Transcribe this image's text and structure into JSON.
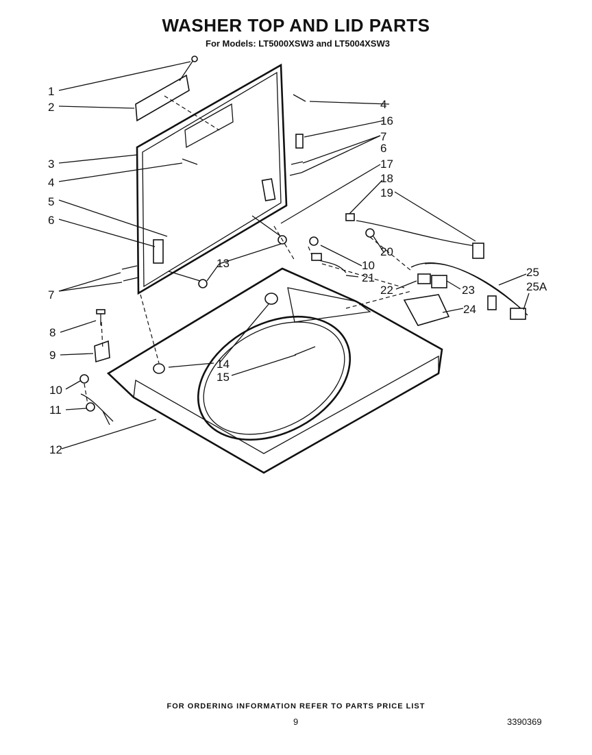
{
  "header": {
    "title": "WASHER TOP AND LID PARTS",
    "subtitle": "For Models: LT5000XSW3 and LT5004XSW3"
  },
  "callouts": {
    "c1": "1",
    "c2": "2",
    "c3": "3",
    "c4a": "4",
    "c4b": "4",
    "c5": "5",
    "c6a": "6",
    "c6b": "6",
    "c7a": "7",
    "c7b": "7",
    "c8": "8",
    "c9": "9",
    "c10a": "10",
    "c10b": "10",
    "c11": "11",
    "c12": "12",
    "c13": "13",
    "c14": "14",
    "c15": "15",
    "c16": "16",
    "c17": "17",
    "c18": "18",
    "c19": "19",
    "c20": "20",
    "c21": "21",
    "c22": "22",
    "c23": "23",
    "c24": "24",
    "c25": "25",
    "c25a": "25A"
  },
  "footer": {
    "ordering_note": "FOR ORDERING INFORMATION REFER TO PARTS PRICE LIST",
    "page_number": "9",
    "document_number": "3390369"
  }
}
